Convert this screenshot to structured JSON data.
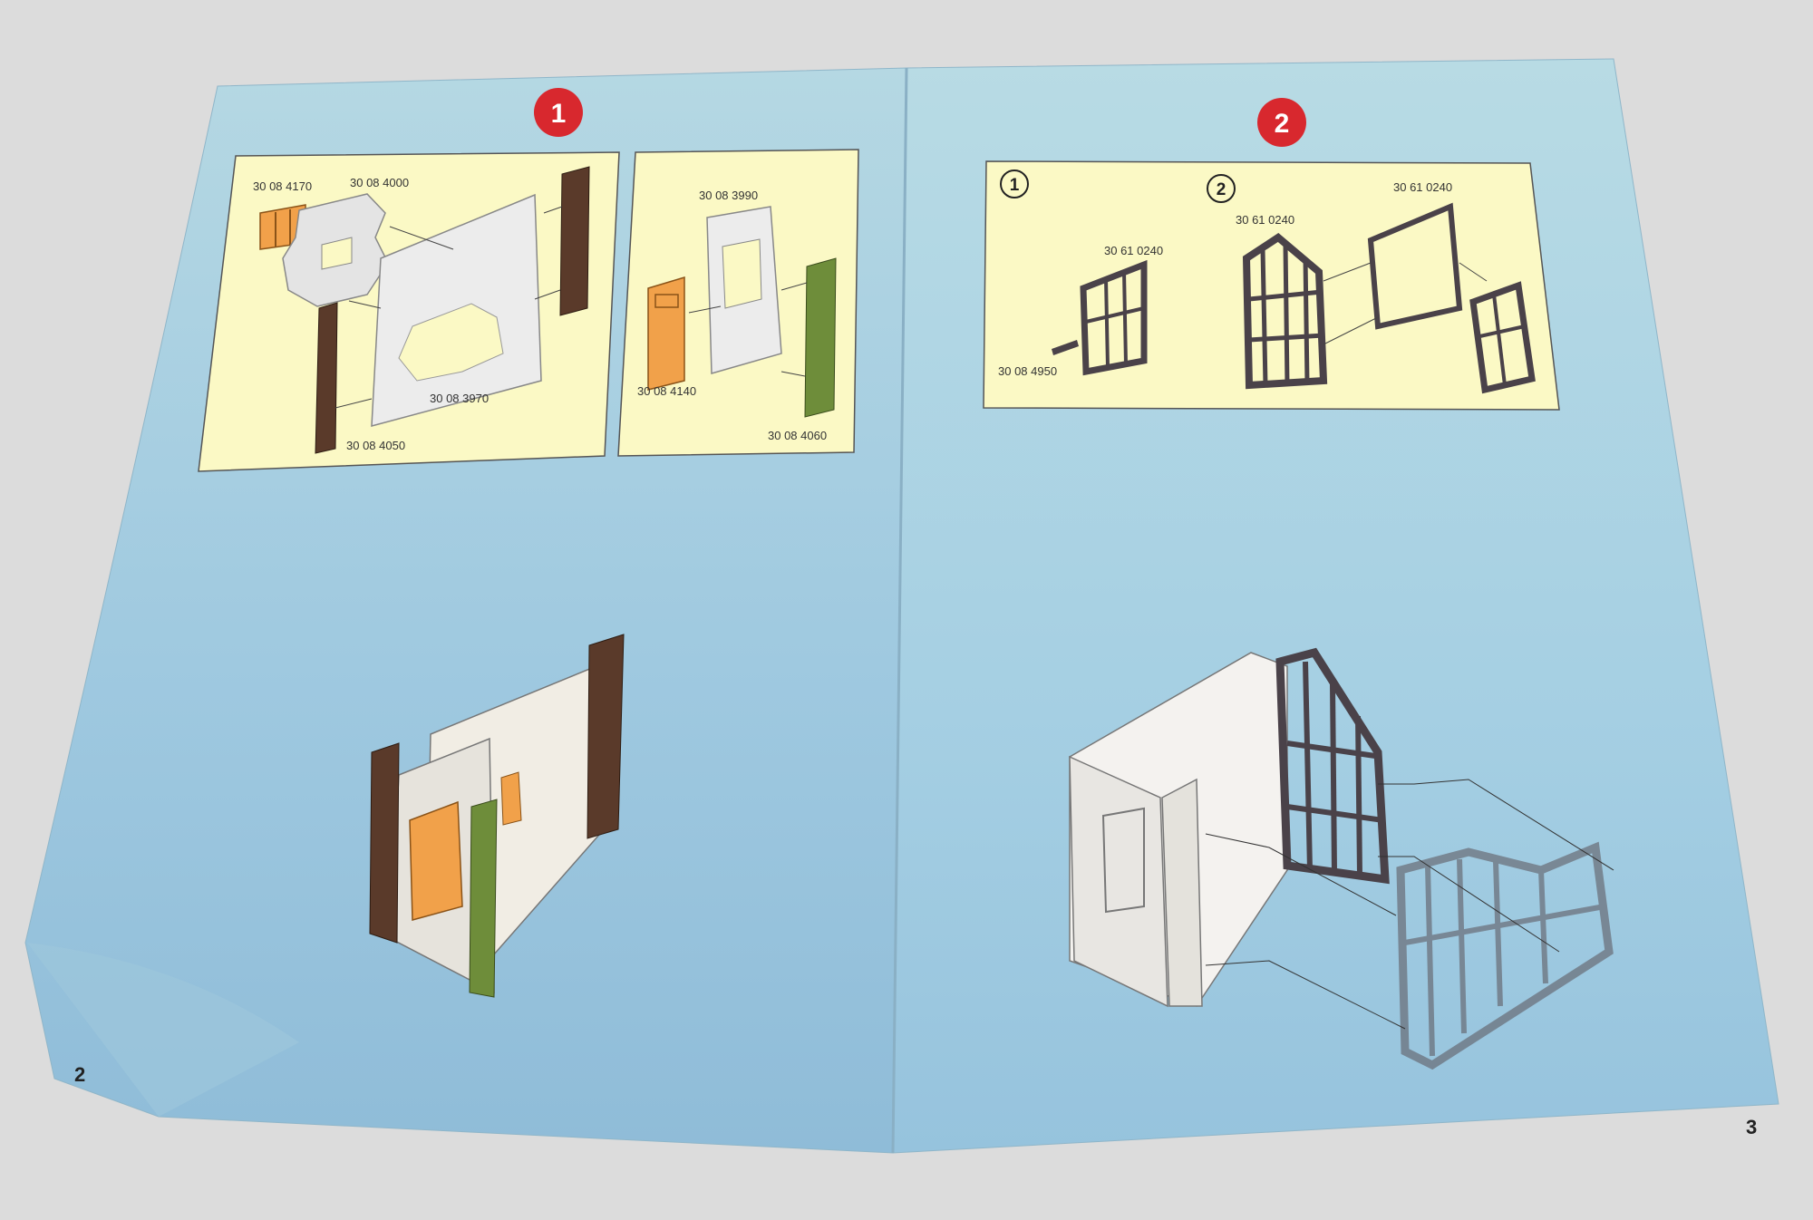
{
  "left_page": {
    "step_number": "1",
    "page_number": "2",
    "panel_a": {
      "parts": [
        "30 08 4170",
        "30 08 4000",
        "30 08 3970",
        "30 08 4050"
      ]
    },
    "panel_b": {
      "parts": [
        "30 08 3990",
        "30 08 4140",
        "30 08 4060"
      ]
    }
  },
  "right_page": {
    "step_number": "2",
    "page_number": "3",
    "panel": {
      "substep_1": "1",
      "substep_2": "2",
      "parts": [
        "30 61 0240",
        "30 08 4950",
        "30 61 0240",
        "30 61 0240"
      ]
    }
  },
  "colors": {
    "page_blue": "#a9cfe0",
    "panel_yellow": "#fbf9c5",
    "step_red": "#d8282e",
    "wall_white": "#eeeeee",
    "brown": "#5a3a2a",
    "orange": "#f1a14a",
    "green": "#6e8d3a",
    "dark_frame": "#4a4249"
  }
}
